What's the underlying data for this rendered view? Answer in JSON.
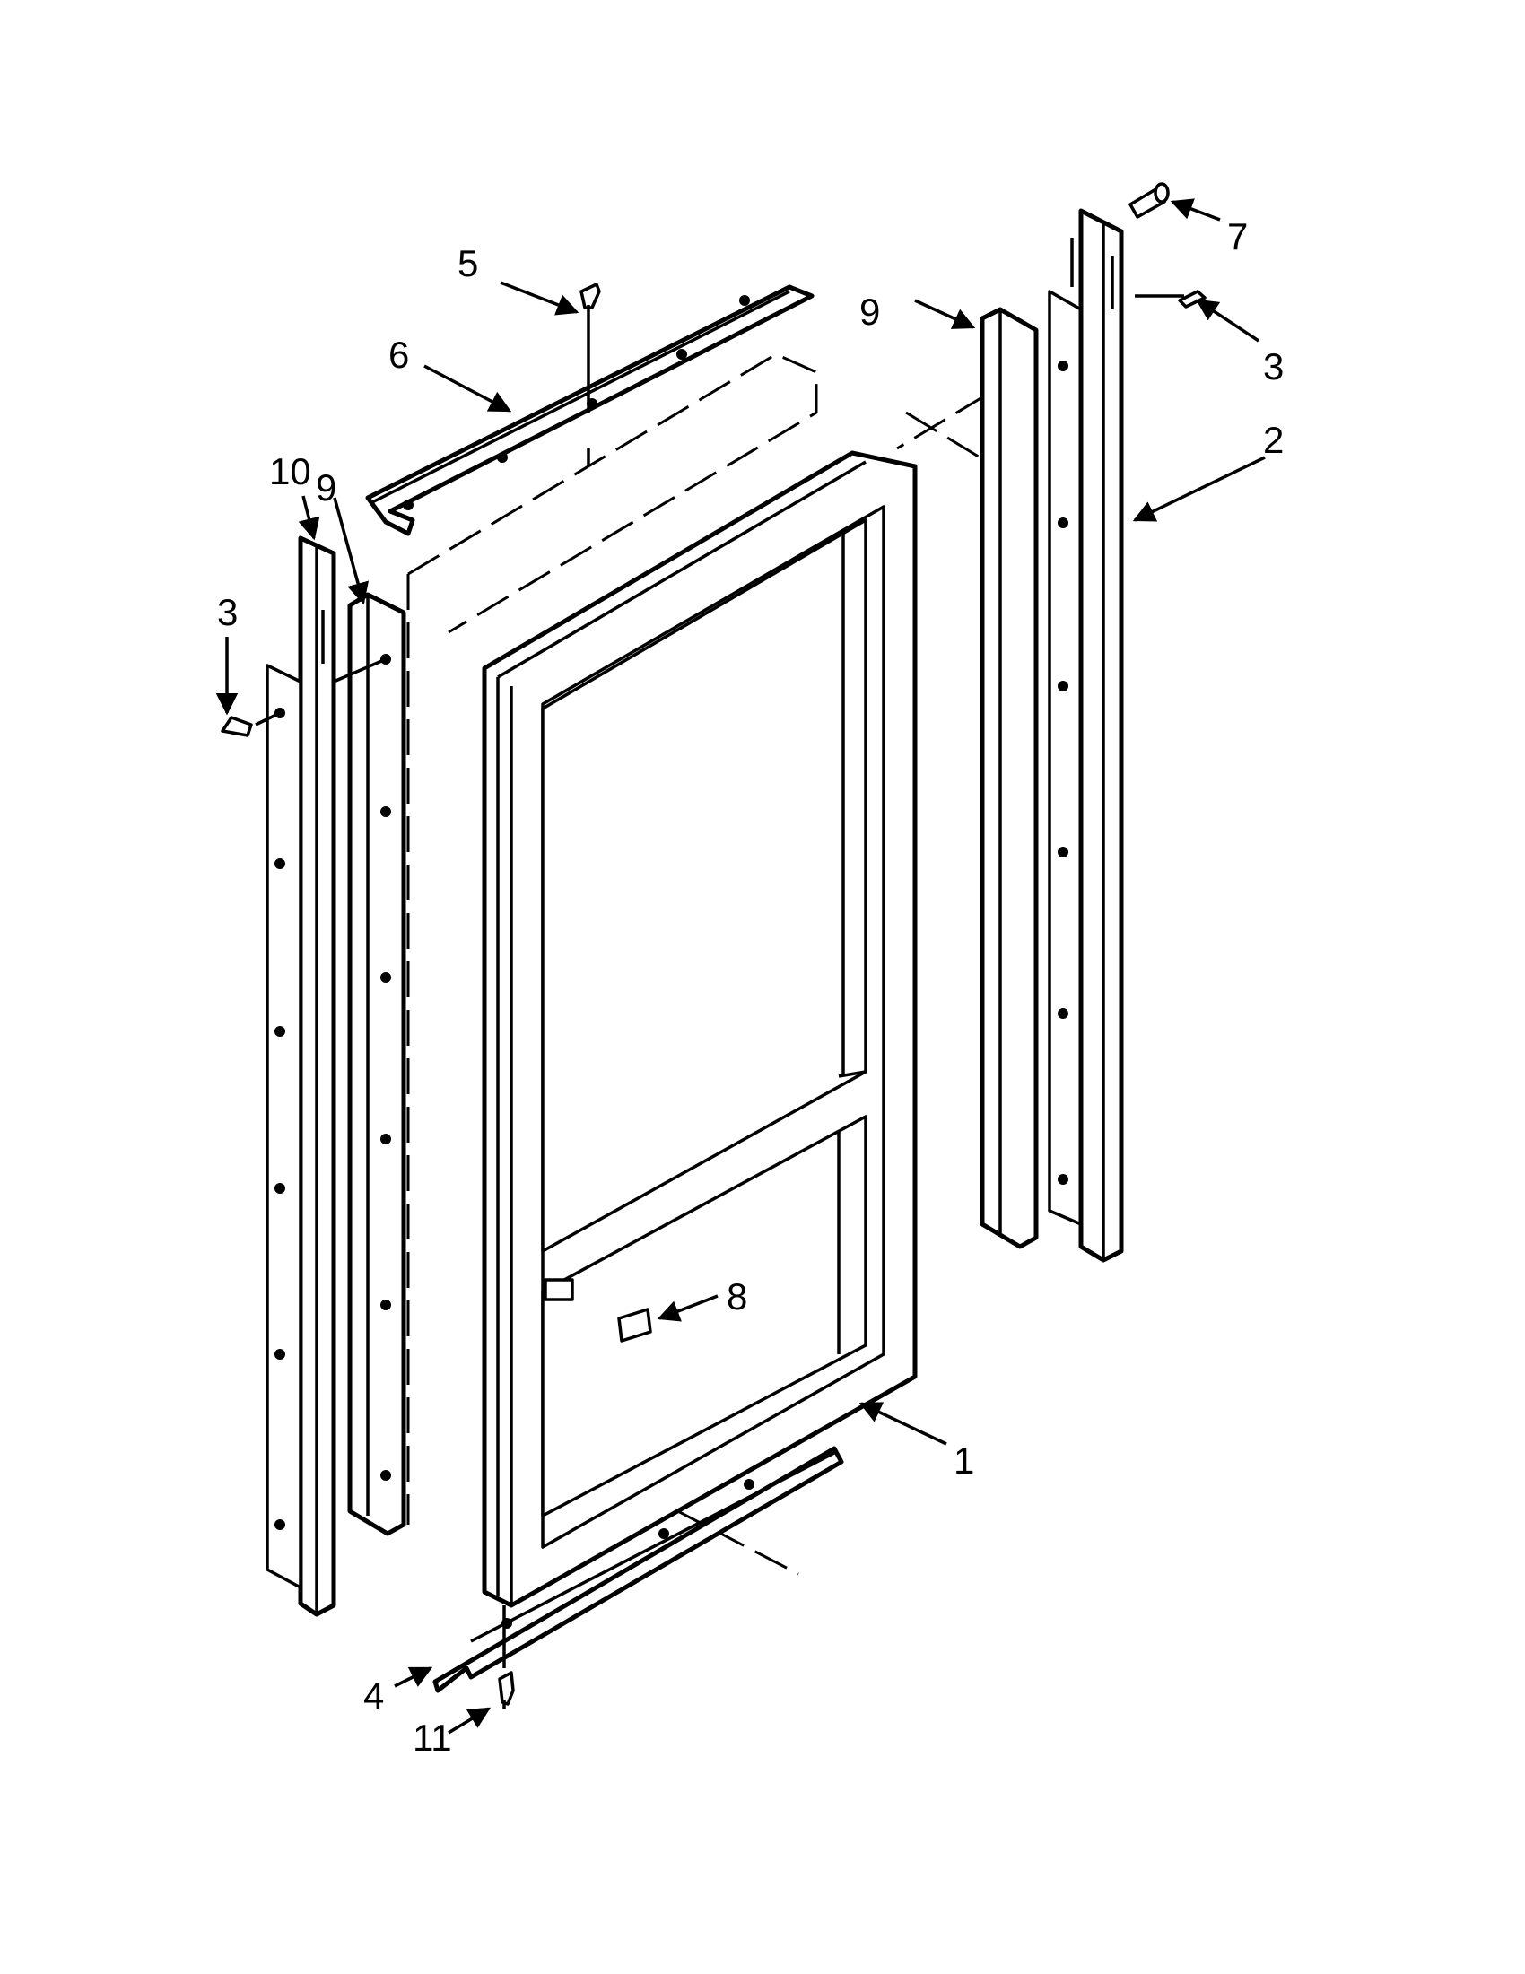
{
  "diagram": {
    "callouts": [
      "1",
      "2",
      "3",
      "3",
      "4",
      "5",
      "6",
      "7",
      "8",
      "9",
      "9",
      "10",
      "11"
    ]
  },
  "colors": {
    "line": "#000000",
    "background": "#ffffff"
  }
}
